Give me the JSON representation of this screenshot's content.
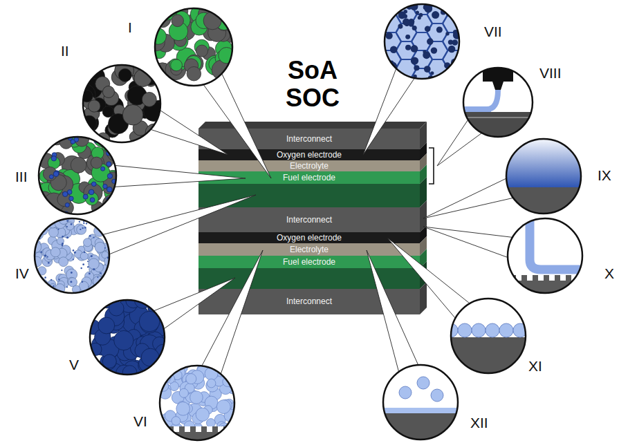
{
  "diagram": {
    "title": "SoA SOC",
    "nodes": [
      {
        "text": [
          "Interconnect"
        ]
      },
      {
        "text": [
          "Oxygen electrode"
        ]
      },
      {
        "text": [
          "Electrolyte"
        ]
      },
      {
        "text": [
          "Fuel electrode"
        ]
      },
      {
        "text": [
          "Interconnect"
        ]
      },
      {
        "text": [
          "Oxygen electrode"
        ]
      },
      {
        "text": [
          "Electrolyte"
        ]
      },
      {
        "text": [
          "Fuel electrode"
        ]
      },
      {
        "text": [
          "Interconnect"
        ]
      }
    ],
    "labels": [
      "I",
      "II",
      "III",
      "IV",
      "V",
      "VI",
      "VII",
      "VIII",
      "IX",
      "X",
      "XI",
      "XII"
    ]
  }
}
